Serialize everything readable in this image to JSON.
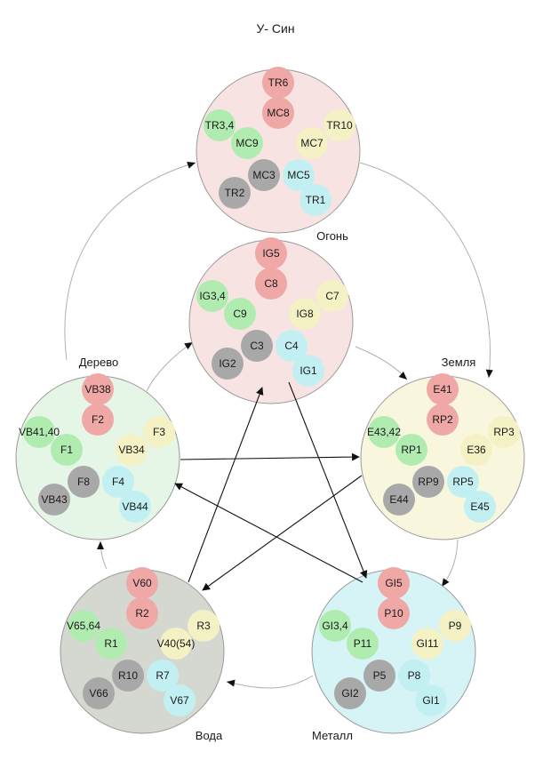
{
  "title": "У- Син",
  "colors": {
    "red": "#f0a8a6",
    "green": "#b0ecb0",
    "yellow": "#f4f1c4",
    "gray": "#a8a8a8",
    "cyan": "#c2f0f2",
    "fire_bg": "#f7e3e1",
    "heart_bg": "#f7e3e1",
    "wood_bg": "#e6f6e6",
    "earth_bg": "#f8f7de",
    "water_bg": "#d4d8d0",
    "metal_bg": "#d6f3f6",
    "stroke": "#9a9a9a",
    "arrow": "#111111",
    "cycle_arrow": "#b0b0b0"
  },
  "elements": [
    {
      "id": "fire",
      "label": "Огонь",
      "bg": "fire_bg",
      "points": [
        {
          "text": "TR6",
          "color": "red"
        },
        {
          "text": "MC8",
          "color": "red"
        },
        {
          "text": "TR3,4",
          "color": "green"
        },
        {
          "text": "MC9",
          "color": "green"
        },
        {
          "text": "MC7",
          "color": "yellow"
        },
        {
          "text": "TR10",
          "color": "yellow"
        },
        {
          "text": "MC3",
          "color": "gray"
        },
        {
          "text": "TR2",
          "color": "gray"
        },
        {
          "text": "MC5",
          "color": "cyan"
        },
        {
          "text": "TR1",
          "color": "cyan"
        }
      ]
    },
    {
      "id": "heart",
      "label": "",
      "bg": "heart_bg",
      "points": [
        {
          "text": "IG5",
          "color": "red"
        },
        {
          "text": "C8",
          "color": "red"
        },
        {
          "text": "IG3,4",
          "color": "green"
        },
        {
          "text": "C9",
          "color": "green"
        },
        {
          "text": "IG8",
          "color": "yellow"
        },
        {
          "text": "C7",
          "color": "yellow"
        },
        {
          "text": "C3",
          "color": "gray"
        },
        {
          "text": "IG2",
          "color": "gray"
        },
        {
          "text": "C4",
          "color": "cyan"
        },
        {
          "text": "IG1",
          "color": "cyan"
        }
      ]
    },
    {
      "id": "wood",
      "label": "Дерево",
      "bg": "wood_bg",
      "points": [
        {
          "text": "VB38",
          "color": "red"
        },
        {
          "text": "F2",
          "color": "red"
        },
        {
          "text": "VB41,40",
          "color": "green"
        },
        {
          "text": "F1",
          "color": "green"
        },
        {
          "text": "VB34",
          "color": "yellow"
        },
        {
          "text": "F3",
          "color": "yellow"
        },
        {
          "text": "F8",
          "color": "gray"
        },
        {
          "text": "VB43",
          "color": "gray"
        },
        {
          "text": "F4",
          "color": "cyan"
        },
        {
          "text": "VB44",
          "color": "cyan"
        }
      ]
    },
    {
      "id": "earth",
      "label": "Земля",
      "bg": "earth_bg",
      "points": [
        {
          "text": "E41",
          "color": "red"
        },
        {
          "text": "RP2",
          "color": "red"
        },
        {
          "text": "E43,42",
          "color": "green"
        },
        {
          "text": "RP1",
          "color": "green"
        },
        {
          "text": "E36",
          "color": "yellow"
        },
        {
          "text": "RP3",
          "color": "yellow"
        },
        {
          "text": "RP9",
          "color": "gray"
        },
        {
          "text": "E44",
          "color": "gray"
        },
        {
          "text": "RP5",
          "color": "cyan"
        },
        {
          "text": "E45",
          "color": "cyan"
        }
      ]
    },
    {
      "id": "water",
      "label": "Вода",
      "bg": "water_bg",
      "points": [
        {
          "text": "V60",
          "color": "red"
        },
        {
          "text": "R2",
          "color": "red"
        },
        {
          "text": "V65,64",
          "color": "green"
        },
        {
          "text": "R1",
          "color": "green"
        },
        {
          "text": "V40(54)",
          "color": "yellow"
        },
        {
          "text": "R3",
          "color": "yellow"
        },
        {
          "text": "R10",
          "color": "gray"
        },
        {
          "text": "V66",
          "color": "gray"
        },
        {
          "text": "R7",
          "color": "cyan"
        },
        {
          "text": "V67",
          "color": "cyan"
        }
      ]
    },
    {
      "id": "metal",
      "label": "Металл",
      "bg": "metal_bg",
      "points": [
        {
          "text": "GI5",
          "color": "red"
        },
        {
          "text": "P10",
          "color": "red"
        },
        {
          "text": "GI3,4",
          "color": "green"
        },
        {
          "text": "P11",
          "color": "green"
        },
        {
          "text": "GI11",
          "color": "yellow"
        },
        {
          "text": "P9",
          "color": "yellow"
        },
        {
          "text": "P5",
          "color": "gray"
        },
        {
          "text": "GI2",
          "color": "gray"
        },
        {
          "text": "P8",
          "color": "cyan"
        },
        {
          "text": "GI1",
          "color": "cyan"
        }
      ]
    }
  ],
  "generating_cycle": [
    {
      "from": "wood",
      "to": "fire"
    },
    {
      "from": "fire",
      "to": "earth"
    },
    {
      "from": "earth",
      "to": "metal"
    },
    {
      "from": "metal",
      "to": "water"
    },
    {
      "from": "water",
      "to": "wood"
    },
    {
      "from": "wood",
      "to": "heart"
    },
    {
      "from": "heart",
      "to": "earth"
    }
  ],
  "controlling_cycle": [
    {
      "from": "wood",
      "to": "earth"
    },
    {
      "from": "earth",
      "to": "water"
    },
    {
      "from": "water",
      "to": "heart"
    },
    {
      "from": "heart",
      "to": "metal"
    },
    {
      "from": "metal",
      "to": "wood"
    }
  ]
}
